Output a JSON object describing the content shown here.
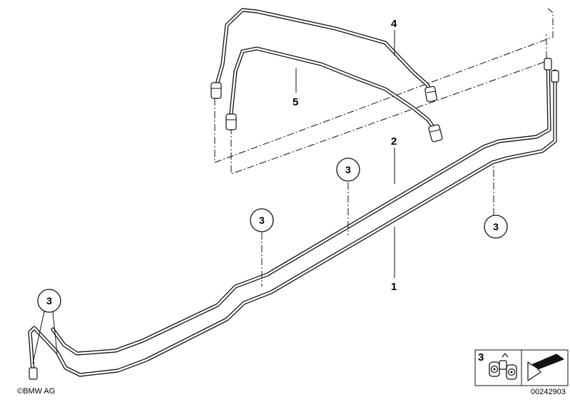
{
  "callouts": {
    "c1": "1",
    "c2": "2",
    "c4": "4",
    "c5": "5"
  },
  "bubbles": {
    "b_upper_mid": "3",
    "b_mid_left": "3",
    "b_right": "3",
    "b_left": "3"
  },
  "legend": {
    "item_number": "3"
  },
  "footer": {
    "copyright": "©BMW AG",
    "diagram_id": "00242903"
  }
}
